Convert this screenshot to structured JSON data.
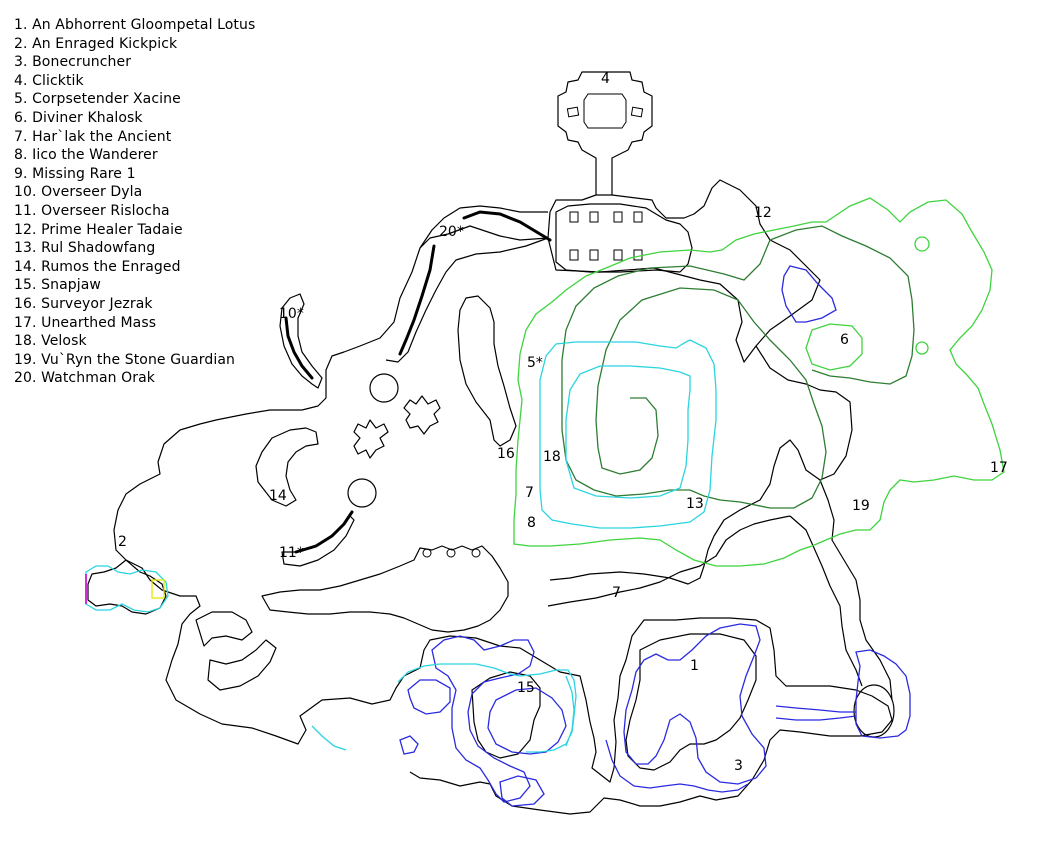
{
  "legend": [
    "1. An Abhorrent Gloompetal Lotus",
    "2. An Enraged Kickpick",
    "3. Bonecruncher",
    "4. Clicktik",
    "5. Corpsetender Xacine",
    "6. Diviner Khalosk",
    "7. Har`lak the Ancient",
    "8. Iico the Wanderer",
    "9. Missing Rare 1",
    "10. Overseer Dyla",
    "11. Overseer Rislocha",
    "12. Prime Healer Tadaie",
    "13. Rul Shadowfang",
    "14. Rumos the Enraged",
    "15. Snapjaw",
    "16. Surveyor Jezrak",
    "17. Unearthed Mass",
    "18. Velosk",
    "19. Vu`Ryn the Stone Guardian",
    "20. Watchman Orak"
  ],
  "map_labels": {
    "l1": "1",
    "l2": "2",
    "l3": "3",
    "l4": "4",
    "l5": "5*",
    "l6": "6",
    "l7a": "7",
    "l7b": "7",
    "l8": "8",
    "l10": "10*",
    "l11": "11*",
    "l12": "12",
    "l13": "13",
    "l14": "14",
    "l15": "15",
    "l16": "16",
    "l17": "17",
    "l18": "18",
    "l19": "19",
    "l20": "20*"
  },
  "colors": {
    "walls": "#000000",
    "dark_green_path": "#2e7d32",
    "light_green_path": "#3fd43f",
    "cyan_path": "#2ad4e0",
    "blue_path": "#2a2ae0",
    "yellow_marker": "#e6e600",
    "magenta_marker": "#d400d4"
  }
}
